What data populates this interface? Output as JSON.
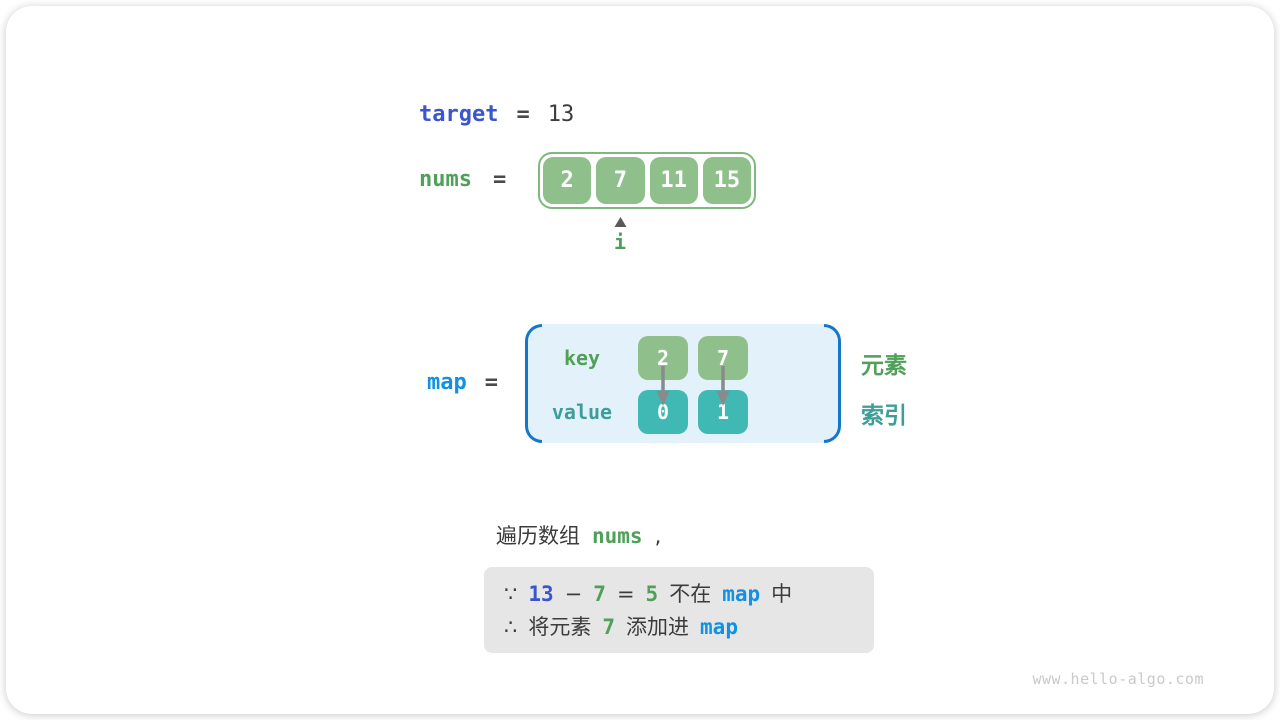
{
  "watermark": "www.hello-algo.com",
  "target_row": {
    "label": "target",
    "equals": "=",
    "value": "13"
  },
  "nums_row": {
    "label": "nums",
    "equals": "=",
    "cells": [
      "2",
      "7",
      "11",
      "15"
    ],
    "pointer_label": "i"
  },
  "map_row": {
    "label": "map",
    "equals": "=",
    "key_label": "key",
    "value_label": "value",
    "entries": [
      {
        "key": "2",
        "value": "0"
      },
      {
        "key": "7",
        "value": "1"
      }
    ],
    "element_label": "元素",
    "index_label": "索引"
  },
  "caption_parts": [
    {
      "t": "遍历数组",
      "k": "plain"
    },
    {
      "t": "nums",
      "k": "green"
    },
    {
      "t": ",",
      "k": "plain"
    }
  ],
  "explain_box": {
    "line1": [
      {
        "t": "∵",
        "k": "plain"
      },
      {
        "t": "13",
        "k": "blue"
      },
      {
        "t": "−",
        "k": "plain"
      },
      {
        "t": "7",
        "k": "green"
      },
      {
        "t": "=",
        "k": "plain"
      },
      {
        "t": "5",
        "k": "green"
      },
      {
        "t": "不在",
        "k": "plain"
      },
      {
        "t": "map",
        "k": "azure"
      },
      {
        "t": "中",
        "k": "plain"
      }
    ],
    "line2": [
      {
        "t": "∴",
        "k": "plain"
      },
      {
        "t": "将元素",
        "k": "plain"
      },
      {
        "t": "7",
        "k": "green"
      },
      {
        "t": "添加进",
        "k": "plain"
      },
      {
        "t": "map",
        "k": "azure"
      }
    ]
  },
  "colors": {
    "royal_blue": "#3A55CD",
    "azure_blue": "#1291E2",
    "green_text": "#4FA058",
    "teal_text": "#3D9E99",
    "green_cell": "#8FC08C",
    "teal_cell": "#40B8B4",
    "array_border": "#7EB87D",
    "map_bg": "#E3F1FB",
    "bracket_blue": "#1577CC",
    "box_bg": "#E6E6E6",
    "dark_text": "#3C3C3C",
    "arrow_gray": "#8A8A8A"
  }
}
